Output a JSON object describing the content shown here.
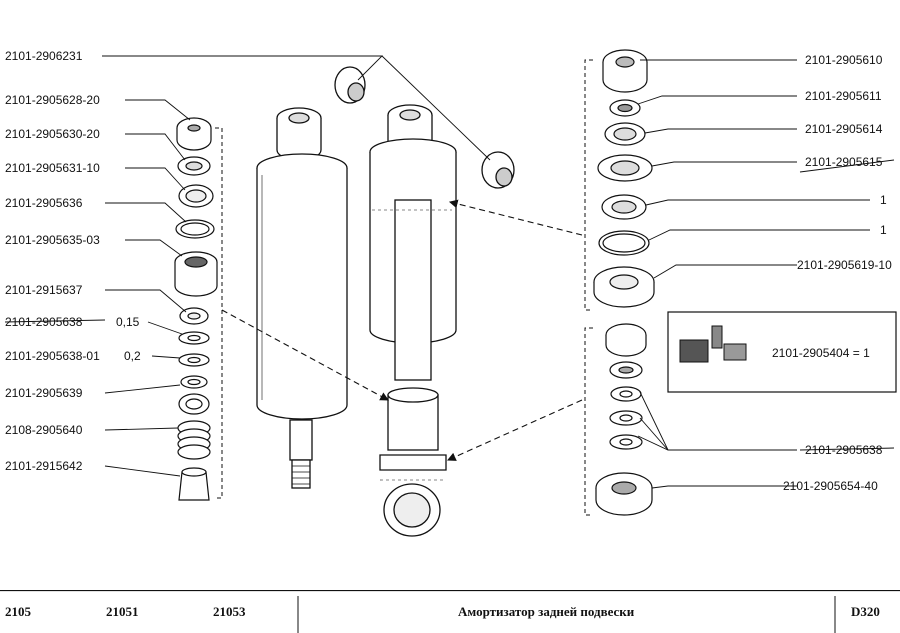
{
  "labels_left": [
    {
      "text": "2101-2906231"
    },
    {
      "text": "2101-2905628-20"
    },
    {
      "text": "2101-2905630-20"
    },
    {
      "text": "2101-2905631-10"
    },
    {
      "text": "2101-2905636"
    },
    {
      "text": "2101-2905635-03"
    },
    {
      "text": "2101-2915637"
    },
    {
      "text": "2101-2905638"
    },
    {
      "text": "2101-2905638-01"
    },
    {
      "text": "2101-2905639"
    },
    {
      "text": "2108-2905640"
    },
    {
      "text": "2101-2915642"
    }
  ],
  "left_sizes": {
    "a": "0,15",
    "b": "0,2"
  },
  "labels_right": [
    {
      "text": "2101-2905610"
    },
    {
      "text": "2101-2905611"
    },
    {
      "text": "2101-2905614"
    },
    {
      "text": "2101-2905615"
    },
    {
      "text": "1"
    },
    {
      "text": "1"
    },
    {
      "text": "2101-2905619-10"
    },
    {
      "text": "2101-2905638"
    },
    {
      "text": "2101-2905654-40"
    }
  ],
  "kit_label": "2101-2905404 = 1",
  "footer": {
    "models": [
      "2105",
      "21051",
      "21053"
    ],
    "title": "Амортизатор задней подвески",
    "code": "D320"
  }
}
